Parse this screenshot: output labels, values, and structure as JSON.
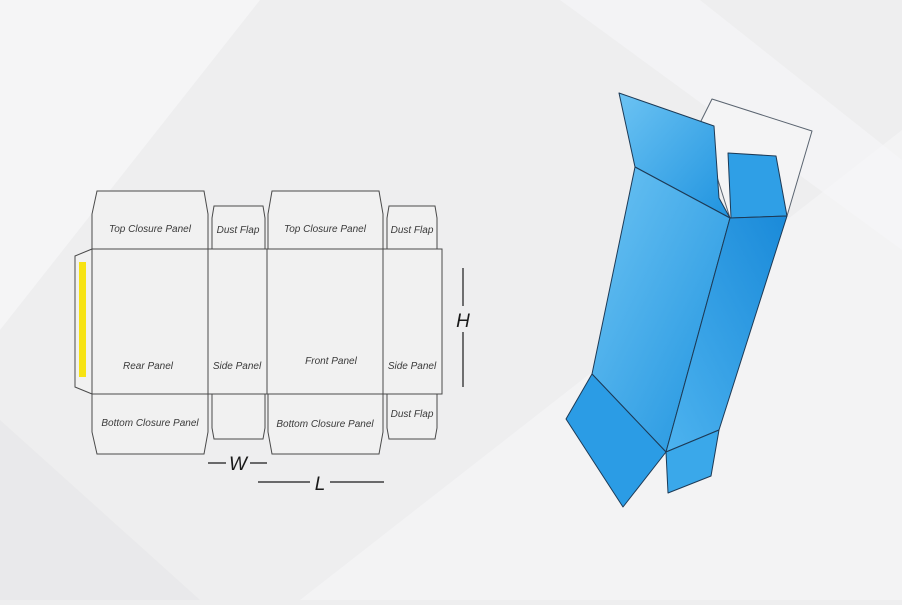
{
  "dieline": {
    "top_flaps": {
      "rear": "Top Closure Panel",
      "side_left": "Dust Flap",
      "front": "Top Closure Panel",
      "side_right": "Dust Flap"
    },
    "panels": {
      "rear": "Rear Panel",
      "side_left": "Side Panel",
      "front": "Front Panel",
      "side_right": "Side Panel"
    },
    "bottom_flaps": {
      "rear": "Bottom Closure Panel",
      "front": "Bottom Closure Panel",
      "side_right": "Dust Flap"
    },
    "dimensions": {
      "width": "W",
      "length": "L",
      "height": "H"
    },
    "colors": {
      "glue_strip": "#f7e313",
      "line": "#4a4a4a",
      "panel_fill": "#f1f1f1"
    }
  },
  "box_3d": {
    "colors": {
      "face_light": "#5ab8f0",
      "face_mid": "#2e9fe6",
      "face_dark": "#1c8ad6",
      "edge": "#1d3a56"
    }
  }
}
